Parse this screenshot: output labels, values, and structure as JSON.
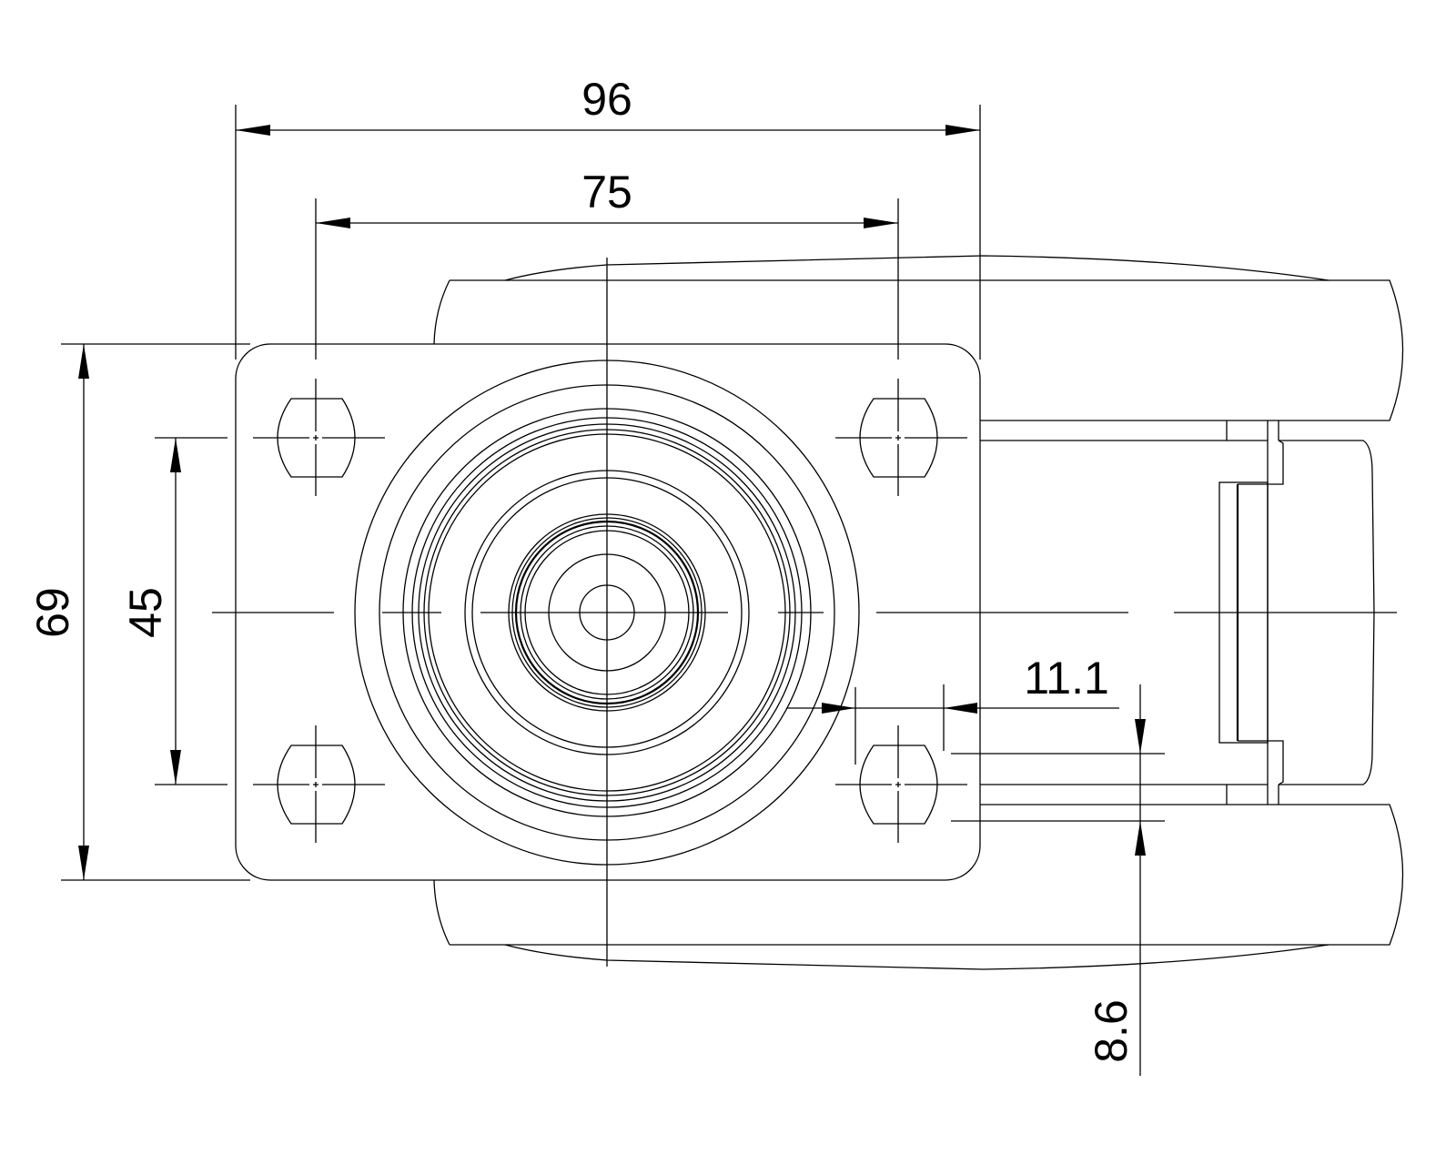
{
  "drawing": {
    "colors": {
      "line": "#000000",
      "background": "#ffffff"
    },
    "dimensions": {
      "overall_width": "96",
      "hole_spacing_width": "75",
      "overall_height": "69",
      "hole_spacing_height": "45",
      "offset_horizontal": "11.1",
      "offset_vertical": "8.6"
    }
  }
}
